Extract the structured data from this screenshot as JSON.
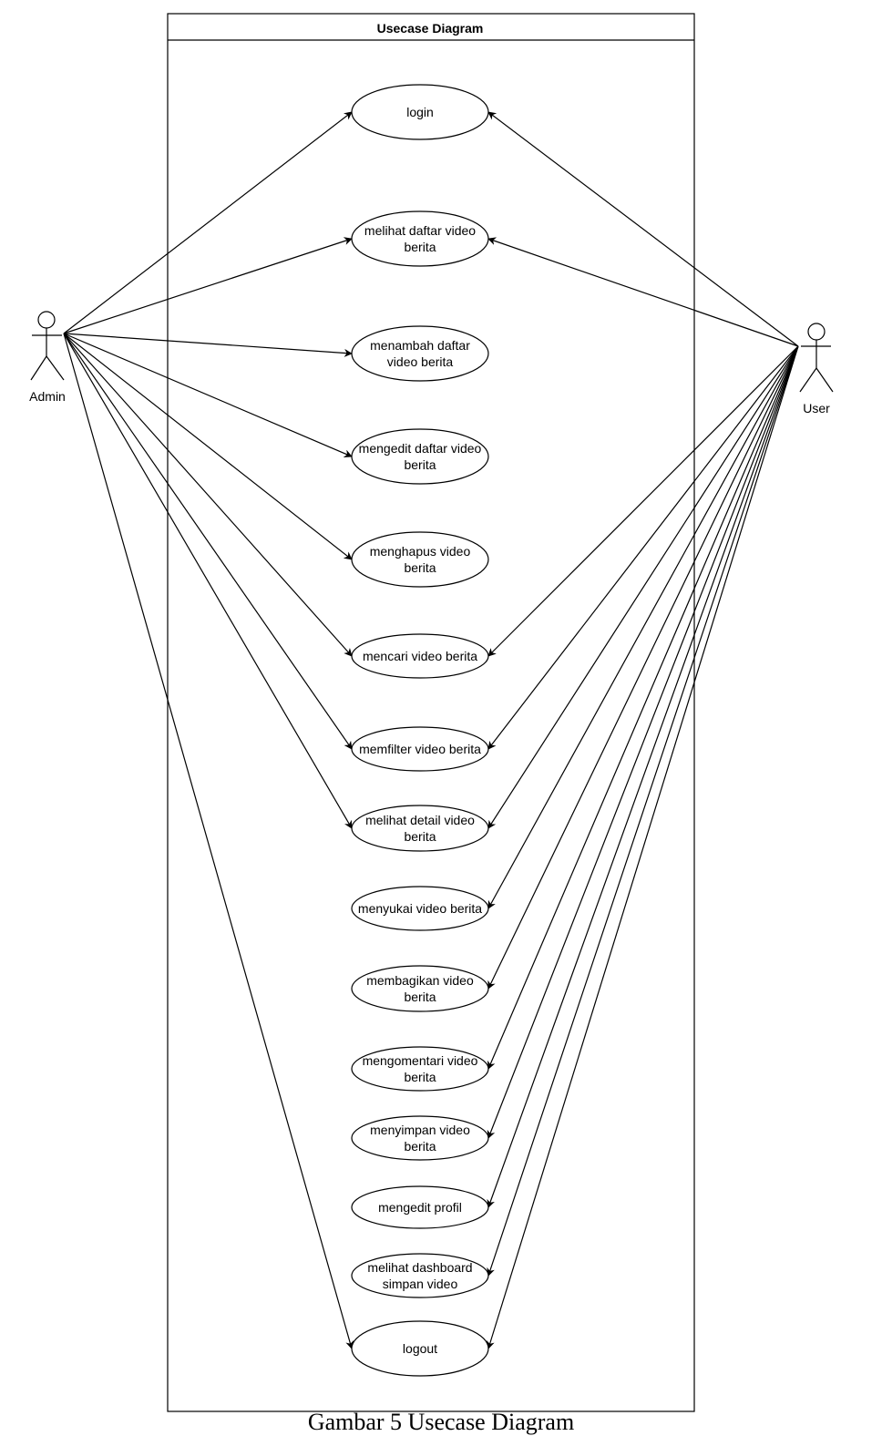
{
  "diagram": {
    "title": "Usecase Diagram",
    "actors": [
      {
        "id": "admin",
        "label": "Admin"
      },
      {
        "id": "user",
        "label": "User"
      }
    ],
    "use_cases": [
      {
        "id": "login",
        "lines": [
          "login"
        ]
      },
      {
        "id": "melihat-daftar",
        "lines": [
          "melihat daftar video",
          "berita"
        ]
      },
      {
        "id": "menambah-daftar",
        "lines": [
          "menambah daftar",
          "video berita"
        ]
      },
      {
        "id": "mengedit-daftar",
        "lines": [
          "mengedit daftar video",
          "berita"
        ]
      },
      {
        "id": "menghapus",
        "lines": [
          "menghapus video",
          "berita"
        ]
      },
      {
        "id": "mencari",
        "lines": [
          "mencari video berita"
        ]
      },
      {
        "id": "memfilter",
        "lines": [
          "memfilter video berita"
        ]
      },
      {
        "id": "melihat-detail",
        "lines": [
          "melihat detail video",
          "berita"
        ]
      },
      {
        "id": "menyukai",
        "lines": [
          "menyukai video berita"
        ]
      },
      {
        "id": "membagikan",
        "lines": [
          "membagikan video",
          "berita"
        ]
      },
      {
        "id": "mengomentari",
        "lines": [
          "mengomentari video",
          "berita"
        ]
      },
      {
        "id": "menyimpan",
        "lines": [
          "menyimpan video",
          "berita"
        ]
      },
      {
        "id": "mengedit-profil",
        "lines": [
          "mengedit profil"
        ]
      },
      {
        "id": "dashboard-simpan",
        "lines": [
          "melihat dashboard",
          "simpan video"
        ]
      },
      {
        "id": "logout",
        "lines": [
          "logout"
        ]
      }
    ],
    "associations": [
      {
        "actor": "admin",
        "use_case": "login"
      },
      {
        "actor": "admin",
        "use_case": "melihat-daftar"
      },
      {
        "actor": "admin",
        "use_case": "menambah-daftar"
      },
      {
        "actor": "admin",
        "use_case": "mengedit-daftar"
      },
      {
        "actor": "admin",
        "use_case": "menghapus"
      },
      {
        "actor": "admin",
        "use_case": "mencari"
      },
      {
        "actor": "admin",
        "use_case": "memfilter"
      },
      {
        "actor": "admin",
        "use_case": "melihat-detail"
      },
      {
        "actor": "admin",
        "use_case": "logout"
      },
      {
        "actor": "user",
        "use_case": "login"
      },
      {
        "actor": "user",
        "use_case": "melihat-daftar"
      },
      {
        "actor": "user",
        "use_case": "mencari"
      },
      {
        "actor": "user",
        "use_case": "memfilter"
      },
      {
        "actor": "user",
        "use_case": "melihat-detail"
      },
      {
        "actor": "user",
        "use_case": "menyukai"
      },
      {
        "actor": "user",
        "use_case": "membagikan"
      },
      {
        "actor": "user",
        "use_case": "mengomentari"
      },
      {
        "actor": "user",
        "use_case": "menyimpan"
      },
      {
        "actor": "user",
        "use_case": "mengedit-profil"
      },
      {
        "actor": "user",
        "use_case": "dashboard-simpan"
      },
      {
        "actor": "user",
        "use_case": "logout"
      }
    ]
  },
  "caption": "Gambar 5 Usecase Diagram"
}
